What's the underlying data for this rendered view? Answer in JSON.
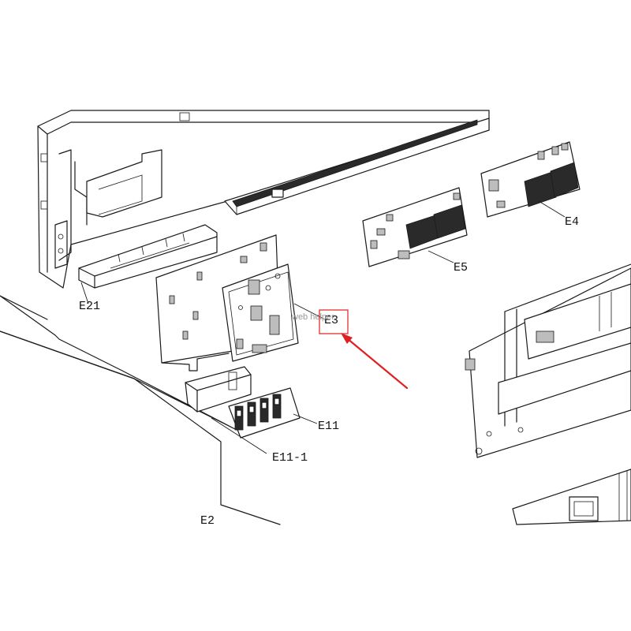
{
  "diagram": {
    "callouts": {
      "e21": "E21",
      "e3": "E3",
      "e4": "E4",
      "e5": "E5",
      "e11": "E11",
      "e11_1": "E11-1",
      "e2": "E2"
    },
    "watermark": "web helper",
    "colors": {
      "line": "#1a1a1a",
      "highlight": "#e02020",
      "background": "#ffffff"
    }
  }
}
